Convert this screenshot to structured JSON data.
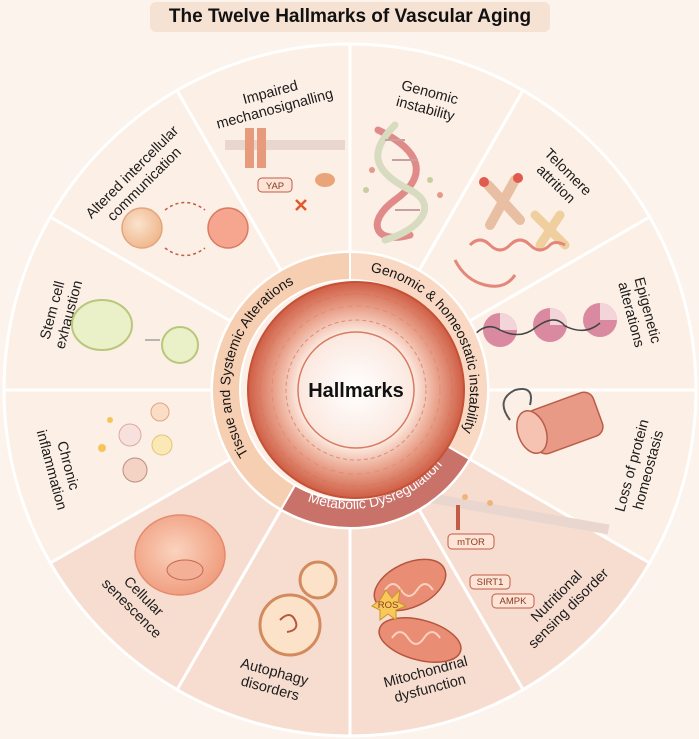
{
  "title": "The Twelve Hallmarks of Vascular Aging",
  "center": {
    "label": "Hallmarks"
  },
  "categories": {
    "genomic": "Genomic & homeostatic instability",
    "metabolic": "Metabolic Dysregulation",
    "tissue": "Tissue and Systemic Alterations"
  },
  "hallmarks": [
    {
      "lines": [
        "Genomic",
        "instability"
      ]
    },
    {
      "lines": [
        "Telomere",
        "attrition"
      ]
    },
    {
      "lines": [
        "Epigenetic",
        "alterations"
      ]
    },
    {
      "lines": [
        "Loss of protein",
        "homeostasis"
      ]
    },
    {
      "lines": [
        "Nutritional",
        "sensing disorder"
      ]
    },
    {
      "lines": [
        "Mitochondrial",
        "dysfunction"
      ]
    },
    {
      "lines": [
        "Autophagy",
        "disorders"
      ]
    },
    {
      "lines": [
        "Cellular",
        "senescence"
      ]
    },
    {
      "lines": [
        "Chronic",
        "inflammation"
      ]
    },
    {
      "lines": [
        "Stem cell",
        "exhaustion"
      ]
    },
    {
      "lines": [
        "Altered intercellular",
        "communication"
      ]
    },
    {
      "lines": [
        "Impaired",
        "mechanosignalling"
      ]
    }
  ],
  "illustration_labels": {
    "yap": "YAP",
    "ros": "ROS",
    "mtor": "mTOR",
    "sirt1": "SIRT1",
    "ampk": "AMPK"
  },
  "colors": {
    "background": "#fbf3ec",
    "segment_light": "#fcefe5",
    "segment_alt": "#f7ddd0",
    "divider": "#ffffff",
    "genomic_ring": "#f9d9c4",
    "metabolic_ring": "#c9726a",
    "tissue_ring": "#f6cfb2",
    "vessel_red": "#d9694f",
    "title_bg": "#f6e2d3"
  }
}
